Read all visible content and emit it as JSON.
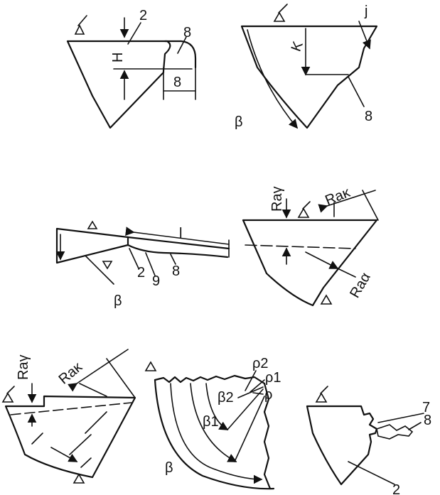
{
  "panels": [
    {
      "labels": {
        "num_2": "2",
        "num_8_top": "8",
        "H": "H",
        "num_8_dim": "8"
      }
    },
    {
      "labels": {
        "j": "j",
        "K": "K",
        "beta": "β",
        "num_8": "8"
      }
    },
    {
      "labels": {
        "l": "l",
        "num_2": "2",
        "num_9": "9",
        "num_8": "8",
        "beta": "β"
      }
    },
    {
      "labels": {
        "Ra_gamma": "Raγ",
        "Ra_kappa": "Raκ",
        "Ra_alpha": "Raα"
      }
    },
    {
      "labels": {
        "Ra_gamma": "Raγ",
        "Ra_kappa": "Raκ"
      }
    },
    {
      "labels": {
        "rho2": "ρ2",
        "rho1": "ρ1",
        "beta2": "β2",
        "rho": "ρ",
        "beta1": "β1",
        "beta": "β"
      }
    },
    {
      "labels": {
        "num_7": "7",
        "num_8": "8",
        "num_2": "2"
      }
    }
  ]
}
